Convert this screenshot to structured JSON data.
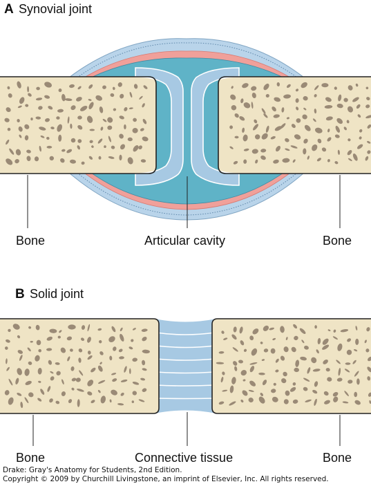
{
  "panel_a": {
    "letter": "A",
    "title": "Synovial joint",
    "labels": {
      "bone_left": "Bone",
      "cavity": "Articular cavity",
      "bone_right": "Bone"
    }
  },
  "panel_b": {
    "letter": "B",
    "title": "Solid joint",
    "labels": {
      "bone_left": "Bone",
      "tissue": "Connective tissue",
      "bone_right": "Bone"
    }
  },
  "credit": {
    "line1": "Drake: Gray's Anatomy for Students, 2nd Edition.",
    "line2": "Copyright © 2009 by Churchill Livingstone, an imprint of Elsevier, Inc. All rights reserved."
  },
  "colors": {
    "bone": "#efe4c5",
    "pore": "#9a8a76",
    "cartilage": "#a7c9e3",
    "cavity": "#5fb3c7",
    "membrane": "#f0a09a",
    "capsule": "#b9d4ea"
  }
}
